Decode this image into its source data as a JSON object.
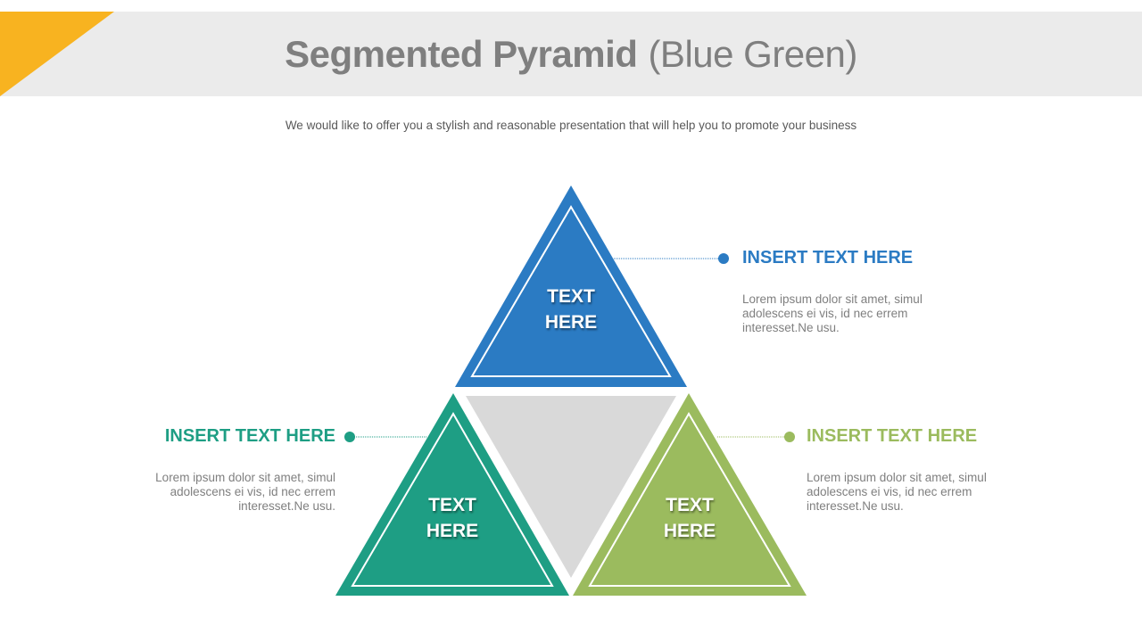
{
  "header": {
    "title_bold": "Segmented Pyramid",
    "title_light": "(Blue Green)",
    "subtitle": "We would like to offer you a stylish and reasonable presentation that will help you to promote your business",
    "band_color": "#ebebeb",
    "accent_color": "#f8b320"
  },
  "pyramid": {
    "segments": [
      {
        "id": "top",
        "label_line1": "TEXT",
        "label_line2": "HERE",
        "color": "#2b7bc3"
      },
      {
        "id": "bottom-left",
        "label_line1": "TEXT",
        "label_line2": "HERE",
        "color": "#1e9e84"
      },
      {
        "id": "bottom-right",
        "label_line1": "TEXT",
        "label_line2": "HERE",
        "color": "#9bbb5e"
      },
      {
        "id": "center",
        "color": "#d9d9d9"
      }
    ]
  },
  "callouts": [
    {
      "position": "right-top",
      "title": "INSERT TEXT HERE",
      "body": "Lorem ipsum dolor sit amet, simul adolescens ei vis, id nec errem interesset.Ne usu.",
      "color": "#2b7bc3"
    },
    {
      "position": "left-bottom",
      "title": "INSERT TEXT HERE",
      "body": "Lorem ipsum dolor sit amet, simul adolescens ei vis, id nec errem interesset.Ne usu.",
      "color": "#1e9e84"
    },
    {
      "position": "right-bottom",
      "title": "INSERT TEXT HERE",
      "body": "Lorem ipsum dolor sit amet, simul adolescens ei vis, id nec errem interesset.Ne usu.",
      "color": "#9bbb5e"
    }
  ]
}
